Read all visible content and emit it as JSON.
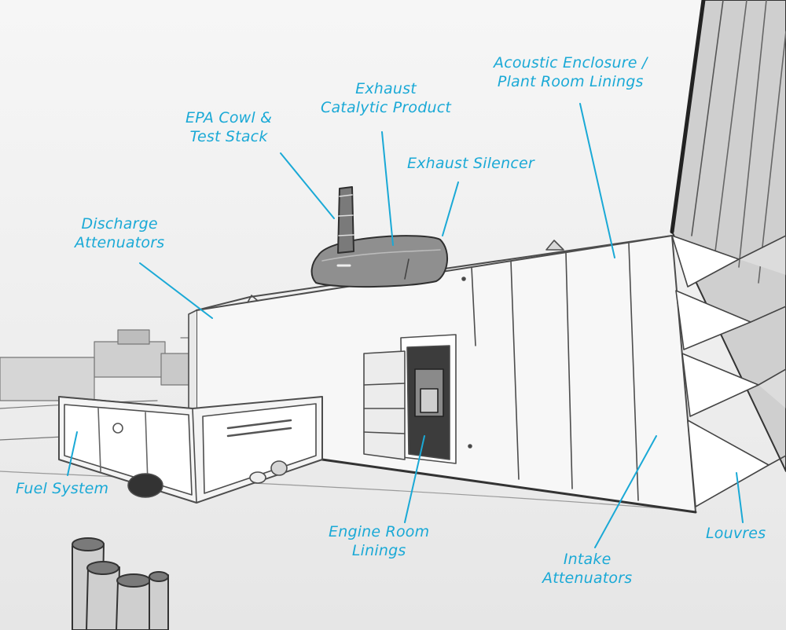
{
  "colors": {
    "label": "#1aa9d6",
    "ink": "#4a4a4a",
    "paper": "#f1f1f1"
  },
  "labels": {
    "epa_cowl": {
      "lines": [
        "EPA Cowl &",
        "Test Stack"
      ]
    },
    "exhaust_catalytic": {
      "lines": [
        "Exhaust",
        "Catalytic Product"
      ]
    },
    "exhaust_silencer": {
      "lines": [
        "Exhaust Silencer"
      ]
    },
    "acoustic_enclosure": {
      "lines": [
        "Acoustic Enclosure /",
        "Plant Room Linings"
      ]
    },
    "discharge_attenuators": {
      "lines": [
        "Discharge",
        "Attenuators"
      ]
    },
    "fuel_system": {
      "lines": [
        "Fuel System"
      ]
    },
    "engine_room_linings": {
      "lines": [
        "Engine Room",
        "Linings"
      ]
    },
    "intake_attenuators": {
      "lines": [
        "Intake",
        "Attenuators"
      ]
    },
    "louvres": {
      "lines": [
        "Louvres"
      ]
    }
  }
}
